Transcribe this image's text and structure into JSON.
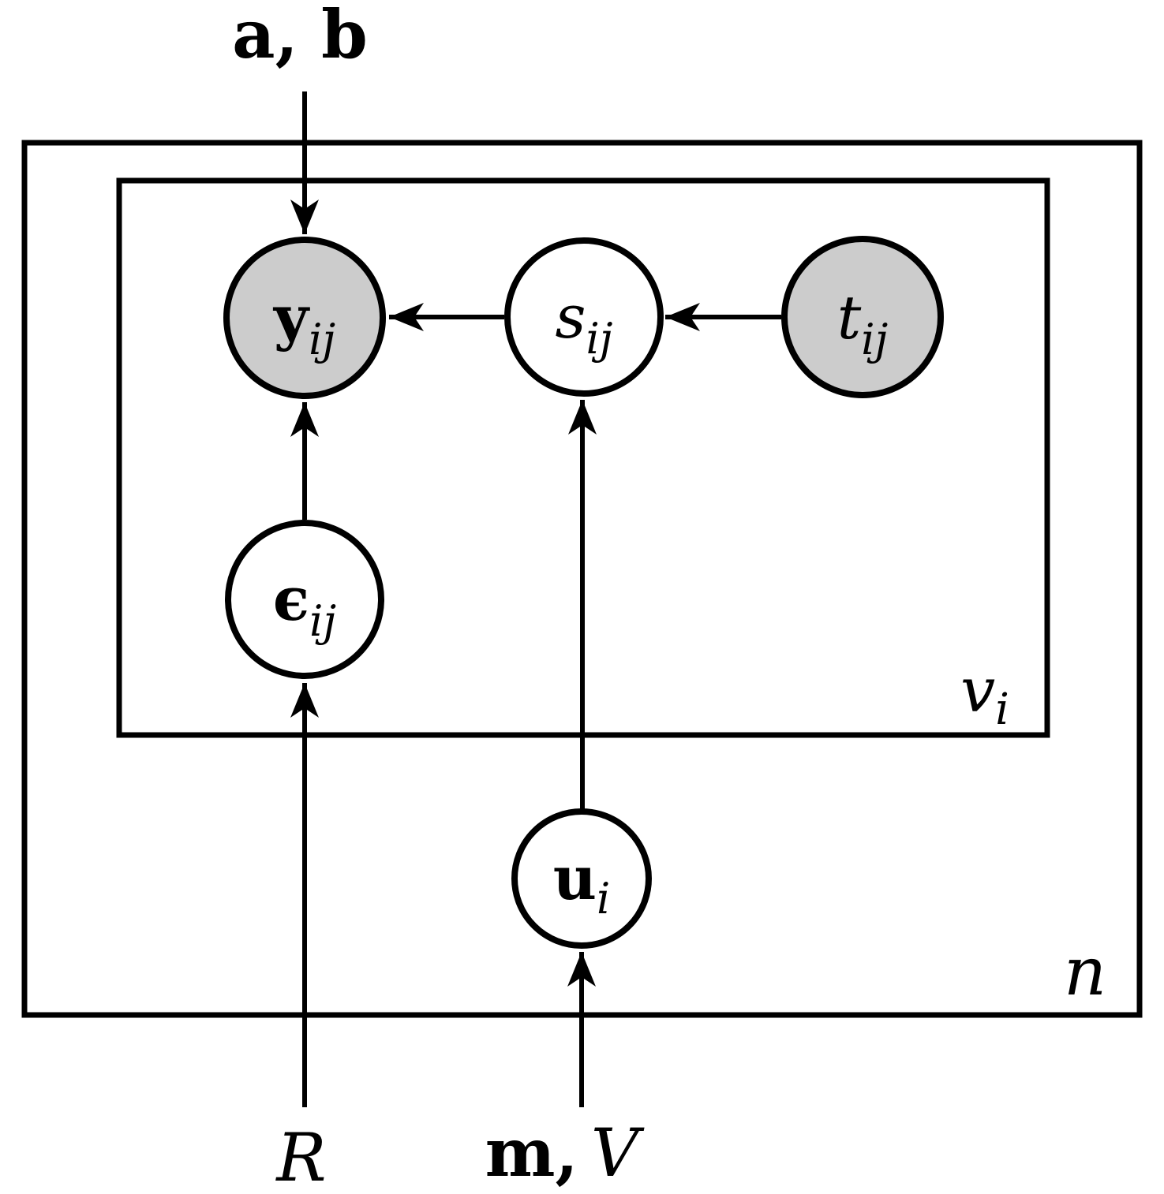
{
  "diagram": {
    "type": "plate-notation-graphical-model",
    "colors": {
      "background": "#ffffff",
      "stroke": "#000000",
      "shaded_node_fill": "#cccccc",
      "latent_node_fill": "#ffffff"
    },
    "plates": [
      {
        "id": "outer",
        "label": "n"
      },
      {
        "id": "inner",
        "label_main": "v",
        "label_sub": "i"
      }
    ],
    "nodes": [
      {
        "id": "y_ij",
        "main": "y",
        "sub": "ij",
        "shaded": true
      },
      {
        "id": "s_ij",
        "main": "s",
        "sub": "ij",
        "shaded": false
      },
      {
        "id": "t_ij",
        "main": "t",
        "sub": "ij",
        "shaded": true
      },
      {
        "id": "epsilon_ij",
        "main": "ϵ",
        "sub": "ij",
        "shaded": false
      },
      {
        "id": "u_i",
        "main": "u",
        "sub": "i",
        "shaded": false
      }
    ],
    "external_labels": [
      {
        "id": "ab",
        "text": "a, b"
      },
      {
        "id": "R",
        "text": "R"
      },
      {
        "id": "mV",
        "part1": "m,",
        "part2": "V"
      }
    ],
    "edges": [
      {
        "from": "a,b",
        "to": "y_ij"
      },
      {
        "from": "s_ij",
        "to": "y_ij"
      },
      {
        "from": "t_ij",
        "to": "s_ij"
      },
      {
        "from": "epsilon_ij",
        "to": "y_ij"
      },
      {
        "from": "R",
        "to": "epsilon_ij"
      },
      {
        "from": "u_i",
        "to": "s_ij"
      },
      {
        "from": "m,V",
        "to": "u_i"
      }
    ]
  }
}
